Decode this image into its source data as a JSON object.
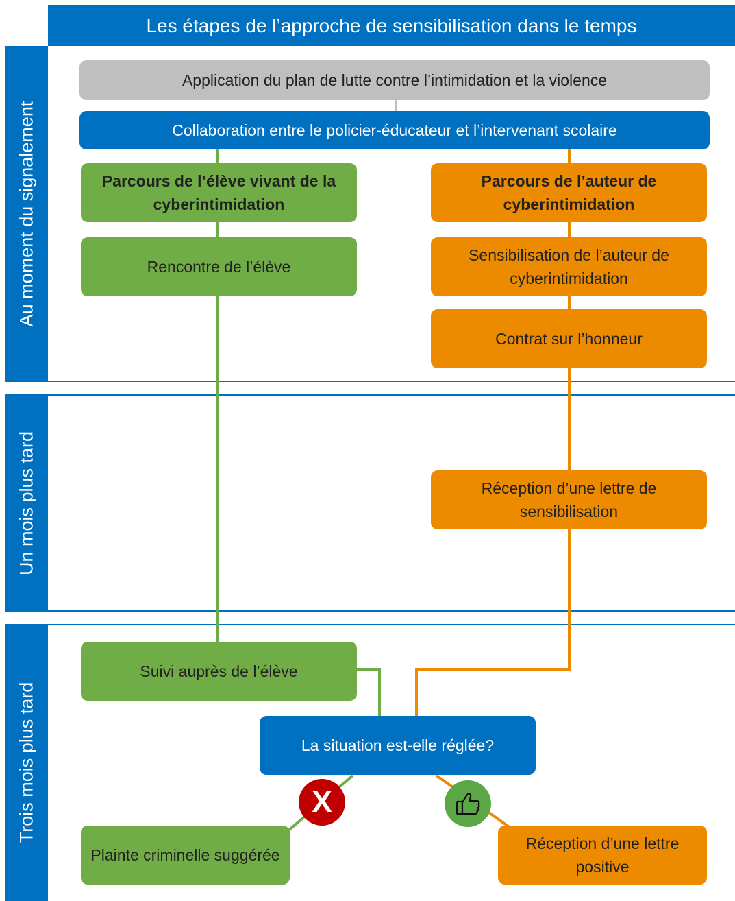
{
  "header": {
    "title": "Les étapes de l’approche de sensibilisation dans le temps"
  },
  "sections": [
    {
      "label": "Au moment du signalement"
    },
    {
      "label": "Un mois plus tard"
    },
    {
      "label": "Trois mois plus tard"
    }
  ],
  "top": {
    "plan": "Application du plan de lutte contre l’intimidation et la violence",
    "collaboration": "Collaboration entre le policier-éducateur et l’intervenant scolaire"
  },
  "victim_path": {
    "title": "Parcours de l’élève vivant de la cyberintimidation",
    "meeting": "Rencontre de l’élève",
    "followup": "Suivi auprès de l’élève"
  },
  "author_path": {
    "title": "Parcours de l’auteur de cyberintimidation",
    "awareness": "Sensibilisation de l’auteur de cyberintimidation",
    "contract": "Contrat sur l’honneur",
    "letter": "Réception d’une lettre de sensibilisation"
  },
  "decision": {
    "question": "La situation est-elle réglée?",
    "no_outcome": "Plainte criminelle suggérée",
    "yes_outcome": "Réception d’une lettre positive",
    "no_icon": "x-icon",
    "yes_icon": "thumbs-up-icon",
    "no_symbol": "X"
  },
  "colors": {
    "blue": "#0070c0",
    "green": "#70ad47",
    "orange": "#ed8b00",
    "gray": "#bfbfbf",
    "red": "#c00000"
  }
}
